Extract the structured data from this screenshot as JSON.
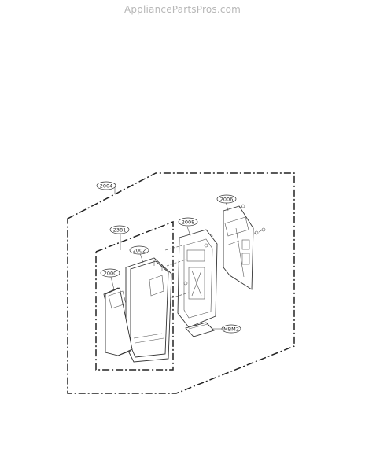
{
  "watermark": "AppliancePartsPros.com",
  "callouts": {
    "c2004": "2004",
    "c2006": "2006",
    "c2008": "2008",
    "c2381": "2381",
    "c2002": "2002",
    "c2000": "2000",
    "cMBM2": "MBM2"
  }
}
